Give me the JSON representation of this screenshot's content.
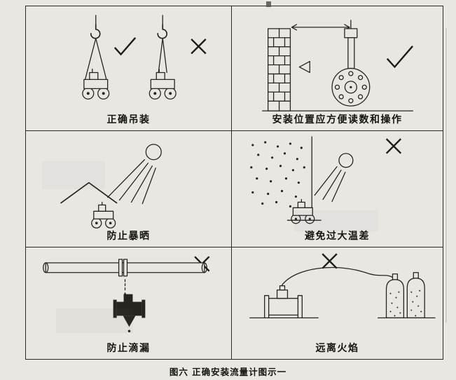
{
  "caption": "图六  正确安装流量计图示一",
  "panels": {
    "hoisting": {
      "label": "正确吊装",
      "marks": [
        "check",
        "cross"
      ]
    },
    "position": {
      "label": "安装位置应方便读数和操作",
      "marks": [
        "check"
      ]
    },
    "sunshade": {
      "label": "防止暴晒",
      "marks": []
    },
    "temperature": {
      "label": "避免过大温差",
      "marks": [
        "cross"
      ]
    },
    "drip": {
      "label": "防止滴漏",
      "marks": [
        "cross"
      ]
    },
    "flame": {
      "label": "远离火焰",
      "marks": [
        "cross"
      ]
    }
  },
  "colors": {
    "ink": "#26251f",
    "paper": "#e9e7e1"
  }
}
